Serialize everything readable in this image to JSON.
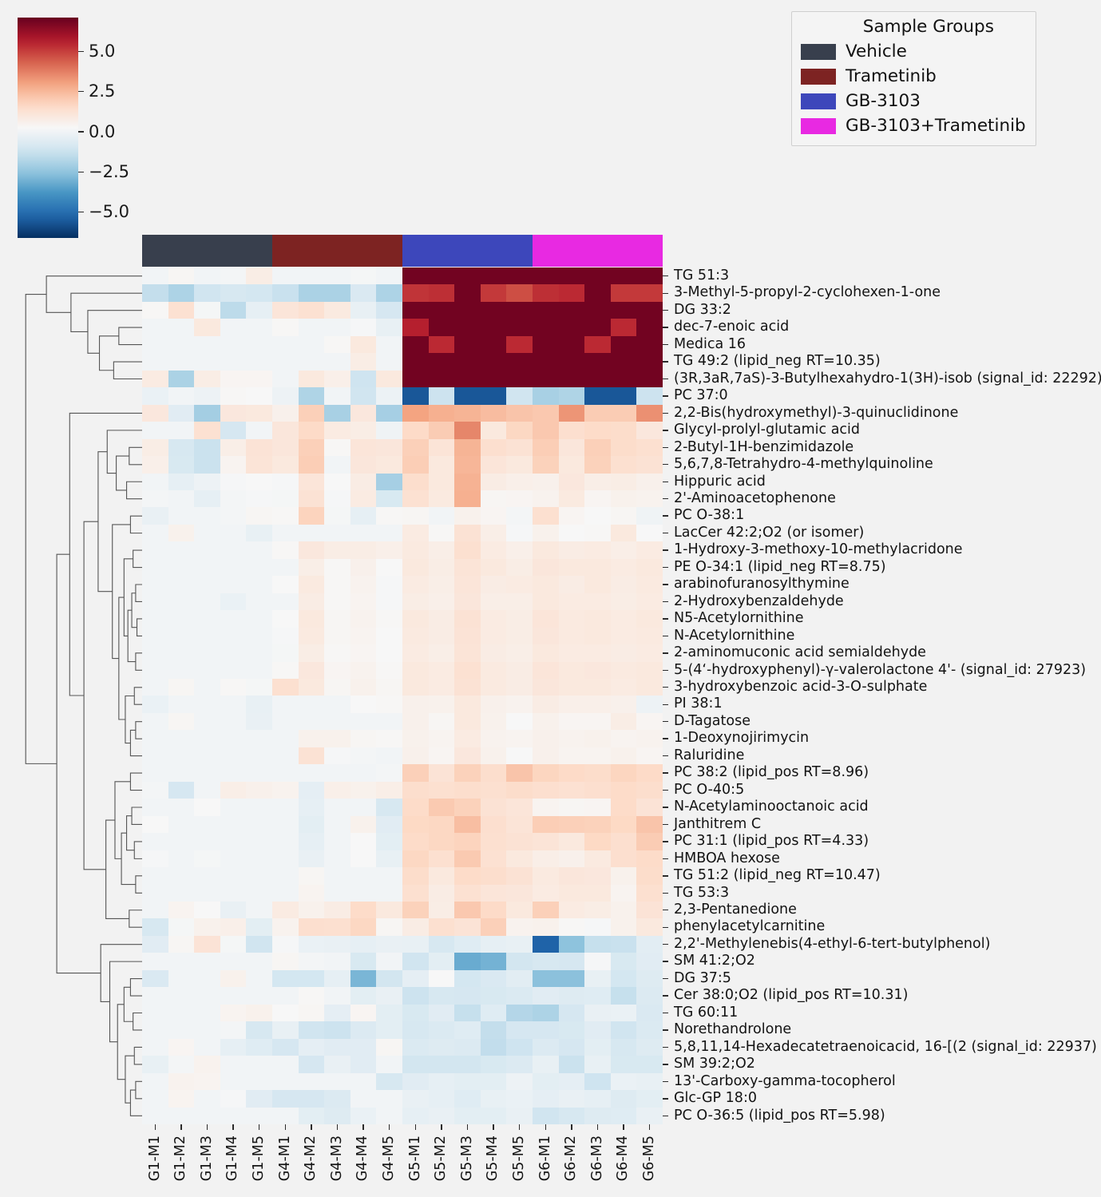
{
  "figure": {
    "background_color": "#f2f2f2",
    "type": "clustered-heatmap"
  },
  "colorbar": {
    "name": "value-colorbar",
    "ticks": [
      "5.0",
      "2.5",
      "0.0",
      "−2.5",
      "−5.0"
    ],
    "tick_values": [
      5.0,
      2.5,
      0.0,
      -2.5,
      -5.0
    ],
    "vmin": -6.6,
    "vmax": 7.1,
    "colormap": "RdBu_r",
    "low_color": "#3a6fb8",
    "mid_color": "#f7f5f4",
    "high_color": "#8e3434"
  },
  "legend": {
    "title": "Sample Groups",
    "items": [
      {
        "label": "Vehicle",
        "color": "#383f4d"
      },
      {
        "label": "Trametinib",
        "color": "#7d2322"
      },
      {
        "label": "GB-3103",
        "color": "#3d47bb"
      },
      {
        "label": "GB-3103+Trametinib",
        "color": "#e829e2"
      }
    ]
  },
  "group_bar": [
    {
      "label": "Vehicle",
      "color": "#383f4d",
      "columns": 5
    },
    {
      "label": "Trametinib",
      "color": "#7d2322",
      "columns": 5
    },
    {
      "label": "GB-3103",
      "color": "#3d47bb",
      "columns": 5
    },
    {
      "label": "GB-3103+Trametinib",
      "color": "#e829e2",
      "columns": 5
    }
  ],
  "chart_data": {
    "type": "heatmap",
    "title": "",
    "xlabel": "",
    "ylabel": "",
    "colormap": "RdBu_r",
    "zlim": [
      -6.6,
      7.1
    ],
    "grid": false,
    "legend_position": "top-right",
    "columns": [
      "G1-M1",
      "G1-M2",
      "G1-M3",
      "G1-M4",
      "G1-M5",
      "G4-M1",
      "G4-M2",
      "G4-M3",
      "G4-M4",
      "G4-M5",
      "G5-M1",
      "G5-M2",
      "G5-M3",
      "G5-M4",
      "G5-M5",
      "G6-M1",
      "G6-M2",
      "G6-M3",
      "G6-M4",
      "G6-M5"
    ],
    "rows": [
      "TG 51:3",
      "3-Methyl-5-propyl-2-cyclohexen-1-one",
      "DG 33:2",
      "dec-7-enoic acid",
      "Medica 16",
      "TG 49:2 (lipid_neg RT=10.35)",
      "(3R,3aR,7aS)-3-Butylhexahydro-1(3H)-isob (signal_id: 22292)",
      "PC 37:0",
      "2,2-Bis(hydroxymethyl)-3-quinuclidinone",
      "Glycyl-prolyl-glutamic acid",
      "2-Butyl-1H-benzimidazole",
      "5,6,7,8-Tetrahydro-4-methylquinoline",
      "Hippuric acid",
      "2'-Aminoacetophenone",
      "PC O-38:1",
      "LacCer 42:2;O2 (or isomer)",
      "1-Hydroxy-3-methoxy-10-methylacridone",
      "PE O-34:1 (lipid_neg RT=8.75)",
      "arabinofuranosylthymine",
      "2-Hydroxybenzaldehyde",
      "N5-Acetylornithine",
      "N-Acetylornithine",
      "2-aminomuconic acid semialdehyde",
      "5-(4‘-hydroxyphenyl)-γ-valerolactone 4'- (signal_id: 27923)",
      "3-hydroxybenzoic acid-3-O-sulphate",
      "PI 38:1",
      "D-Tagatose",
      "1-Deoxynojirimycin",
      "Raluridine",
      "PC 38:2 (lipid_pos RT=8.96)",
      "PC O-40:5",
      "N-Acetylaminooctanoic acid",
      "Janthitrem C",
      "PC 31:1 (lipid_pos RT=4.33)",
      "HMBOA hexose",
      "TG 51:2 (lipid_neg RT=10.47)",
      "TG 53:3",
      "2,3-Pentanedione",
      "phenylacetylcarnitine",
      "2,2'-Methylenebis(4-ethyl-6-tert-butylphenol)",
      "SM 41:2;O2",
      "DG 37:5",
      "Cer 38:0;O2 (lipid_pos RT=10.31)",
      "TG 60:11",
      "Norethandrolone",
      "5,8,11,14-Hexadecatetraenoicacid, 16-[(2 (signal_id: 22937)",
      "SM 39:2;O2",
      "13'-Carboxy-gamma-tocopherol",
      "Glc-GP 18:0",
      "PC O-36:5 (lipid_pos RT=5.98)"
    ],
    "values": [
      [
        0.05,
        0.35,
        0.05,
        0.1,
        0.75,
        0.05,
        0.05,
        0.05,
        0.15,
        0.05,
        6.9,
        6.9,
        6.9,
        6.9,
        6.9,
        6.9,
        6.9,
        6.9,
        6.9,
        6.9
      ],
      [
        -1.4,
        -1.9,
        -1.1,
        -0.9,
        -1.0,
        -1.3,
        -1.95,
        -1.95,
        -0.8,
        -1.9,
        5.2,
        5.3,
        6.9,
        5.1,
        4.7,
        5.3,
        5.4,
        6.9,
        5.1,
        5.1
      ],
      [
        0.3,
        1.3,
        0.15,
        -1.55,
        -0.35,
        1.1,
        1.3,
        0.9,
        -0.3,
        -0.95,
        6.9,
        6.9,
        6.9,
        6.9,
        6.9,
        6.9,
        6.9,
        6.9,
        6.9,
        6.9
      ],
      [
        0.05,
        0.05,
        0.95,
        0.05,
        0.05,
        0.3,
        0.05,
        0.05,
        0.2,
        -0.3,
        5.6,
        6.9,
        6.9,
        6.9,
        6.9,
        6.9,
        6.9,
        6.9,
        5.4,
        6.9
      ],
      [
        0.05,
        0.05,
        0.05,
        0.05,
        0.05,
        0.05,
        0.05,
        0.3,
        0.95,
        0.05,
        6.9,
        5.4,
        6.9,
        6.9,
        5.4,
        6.9,
        6.9,
        5.4,
        6.9,
        6.9
      ],
      [
        0.05,
        0.05,
        0.05,
        0.05,
        0.05,
        0.05,
        0.05,
        0.05,
        0.75,
        0.05,
        6.9,
        6.9,
        6.9,
        6.9,
        6.9,
        6.9,
        6.9,
        6.9,
        6.9,
        6.9
      ],
      [
        0.85,
        -1.95,
        0.75,
        0.4,
        0.4,
        0.05,
        0.95,
        0.65,
        -1.15,
        0.95,
        6.9,
        6.9,
        6.9,
        6.9,
        6.9,
        6.9,
        6.9,
        6.9,
        6.9,
        6.9
      ],
      [
        -0.2,
        0.05,
        -0.1,
        0.3,
        0.25,
        -0.1,
        -1.85,
        0.05,
        -1.1,
        -0.15,
        -5.6,
        -1.2,
        -5.6,
        -5.6,
        -1.1,
        -2.0,
        -1.85,
        -5.6,
        -5.6,
        -1.2
      ],
      [
        1.0,
        -0.55,
        -2.1,
        1.0,
        0.95,
        0.6,
        1.9,
        -2.0,
        1.0,
        -2.05,
        3.0,
        2.7,
        2.6,
        2.4,
        2.2,
        2.1,
        3.3,
        2.0,
        2.0,
        3.4
      ],
      [
        0.05,
        0.05,
        1.3,
        -0.95,
        0.05,
        1.05,
        1.6,
        0.85,
        0.75,
        -0.05,
        1.6,
        2.0,
        3.6,
        0.95,
        1.7,
        2.1,
        1.4,
        1.55,
        1.5,
        1.0
      ],
      [
        0.75,
        -0.9,
        -1.25,
        0.7,
        1.2,
        1.05,
        1.9,
        0.3,
        1.1,
        1.05,
        1.9,
        1.15,
        2.6,
        1.4,
        1.25,
        1.95,
        1.05,
        1.9,
        1.5,
        1.35
      ],
      [
        0.65,
        -0.85,
        -1.25,
        0.45,
        1.15,
        0.95,
        1.95,
        0.05,
        1.05,
        0.95,
        1.95,
        0.95,
        2.55,
        1.1,
        0.95,
        1.85,
        0.95,
        1.85,
        1.35,
        1.25
      ],
      [
        0.05,
        -0.35,
        -0.1,
        0.2,
        0.25,
        0.2,
        1.1,
        0.25,
        0.8,
        -2.05,
        1.45,
        0.95,
        2.65,
        0.8,
        0.65,
        0.6,
        1.0,
        0.7,
        0.75,
        0.6
      ],
      [
        0.1,
        0.05,
        -0.35,
        0.1,
        0.2,
        0.15,
        1.25,
        0.2,
        0.85,
        -0.85,
        1.3,
        0.9,
        2.7,
        0.35,
        0.4,
        0.5,
        0.9,
        0.4,
        0.55,
        0.5
      ],
      [
        -0.25,
        0.05,
        0.05,
        0.1,
        0.35,
        0.3,
        1.8,
        0.15,
        -0.35,
        0.3,
        0.35,
        0.05,
        0.55,
        0.4,
        0.1,
        1.35,
        0.4,
        0.25,
        0.35,
        -0.05
      ],
      [
        0.05,
        0.55,
        0.05,
        0.05,
        -0.3,
        0.05,
        0.05,
        0.05,
        0.05,
        0.05,
        0.85,
        0.3,
        1.25,
        0.7,
        0.2,
        0.55,
        0.25,
        0.3,
        0.95,
        0.25
      ],
      [
        0.05,
        0.05,
        0.05,
        0.05,
        0.05,
        0.3,
        1.0,
        0.75,
        0.75,
        0.65,
        0.9,
        0.7,
        1.35,
        0.85,
        0.65,
        0.95,
        0.8,
        0.85,
        0.7,
        0.85
      ],
      [
        0.05,
        0.05,
        0.05,
        0.05,
        0.05,
        0.05,
        0.7,
        0.3,
        0.6,
        0.25,
        0.95,
        0.75,
        1.15,
        0.95,
        0.75,
        1.05,
        0.95,
        0.95,
        0.85,
        0.95
      ],
      [
        0.05,
        0.05,
        0.05,
        0.05,
        0.05,
        0.25,
        0.9,
        0.3,
        0.5,
        0.2,
        0.85,
        0.7,
        1.1,
        0.8,
        0.85,
        0.95,
        0.8,
        0.95,
        0.8,
        0.9
      ],
      [
        0.05,
        0.05,
        0.05,
        -0.2,
        0.05,
        0.05,
        0.8,
        0.3,
        0.45,
        0.2,
        0.75,
        0.65,
        1.05,
        0.7,
        0.7,
        0.95,
        0.85,
        0.85,
        0.75,
        0.85
      ],
      [
        0.05,
        0.05,
        0.05,
        0.05,
        0.05,
        0.25,
        0.95,
        0.35,
        0.5,
        0.3,
        0.95,
        0.8,
        1.25,
        0.85,
        0.75,
        1.1,
        0.9,
        0.95,
        0.85,
        0.95
      ],
      [
        0.05,
        0.05,
        0.05,
        0.05,
        0.05,
        0.2,
        0.9,
        0.35,
        0.45,
        0.25,
        0.9,
        0.8,
        1.2,
        0.85,
        0.75,
        1.05,
        0.9,
        0.95,
        0.85,
        0.9
      ],
      [
        0.05,
        0.05,
        0.05,
        0.05,
        0.05,
        0.15,
        0.75,
        0.3,
        0.4,
        0.25,
        0.85,
        0.7,
        1.15,
        0.8,
        0.7,
        0.95,
        0.85,
        0.85,
        0.8,
        0.85
      ],
      [
        0.05,
        0.05,
        0.05,
        0.05,
        0.05,
        0.3,
        1.0,
        0.4,
        0.5,
        0.3,
        0.95,
        0.85,
        1.3,
        0.9,
        0.8,
        1.1,
        0.95,
        1.0,
        0.9,
        0.95
      ],
      [
        0.05,
        0.35,
        0.05,
        0.3,
        0.15,
        1.35,
        0.95,
        0.35,
        0.55,
        0.35,
        0.95,
        0.85,
        1.25,
        0.9,
        0.8,
        1.05,
        0.95,
        0.95,
        0.85,
        0.95
      ],
      [
        -0.2,
        0.05,
        0.05,
        0.05,
        -0.3,
        0.05,
        0.05,
        0.05,
        0.25,
        0.3,
        0.6,
        0.55,
        0.95,
        0.6,
        0.5,
        0.8,
        0.65,
        0.65,
        0.6,
        -0.1
      ],
      [
        0.05,
        0.35,
        0.05,
        0.05,
        -0.25,
        0.05,
        0.05,
        0.05,
        0.05,
        0.05,
        0.6,
        0.35,
        0.95,
        0.55,
        0.25,
        0.55,
        0.4,
        0.4,
        0.75,
        0.4
      ],
      [
        0.05,
        0.05,
        0.05,
        0.05,
        0.05,
        0.05,
        0.55,
        0.55,
        0.35,
        0.3,
        0.55,
        0.45,
        0.85,
        0.5,
        0.45,
        0.6,
        0.5,
        0.55,
        0.45,
        0.5
      ],
      [
        0.05,
        0.05,
        0.05,
        0.05,
        0.05,
        0.05,
        1.25,
        0.2,
        0.1,
        0.05,
        0.6,
        0.4,
        1.0,
        0.55,
        0.25,
        0.6,
        0.45,
        0.45,
        0.55,
        0.4
      ],
      [
        0.05,
        0.05,
        0.05,
        0.05,
        0.05,
        0.05,
        0.05,
        0.05,
        0.05,
        0.1,
        1.9,
        1.2,
        1.85,
        1.45,
        2.2,
        1.75,
        1.6,
        1.5,
        1.75,
        1.6
      ],
      [
        0.1,
        -0.95,
        0.05,
        0.7,
        0.6,
        0.5,
        -0.4,
        0.65,
        0.55,
        0.7,
        1.45,
        1.35,
        1.45,
        1.35,
        1.5,
        1.4,
        1.3,
        1.4,
        1.55,
        1.45
      ],
      [
        0.05,
        0.05,
        0.25,
        0.05,
        0.05,
        0.05,
        -0.35,
        0.05,
        0.05,
        -0.9,
        1.55,
        2.05,
        1.85,
        1.25,
        1.1,
        0.45,
        0.35,
        0.4,
        1.55,
        1.2
      ],
      [
        0.25,
        0.05,
        0.05,
        0.05,
        0.05,
        0.05,
        -0.45,
        0.05,
        0.55,
        -0.55,
        1.65,
        1.7,
        2.35,
        1.4,
        1.15,
        1.95,
        1.9,
        1.85,
        1.65,
        2.2
      ],
      [
        0.05,
        0.05,
        0.05,
        0.05,
        0.05,
        0.05,
        -0.35,
        0.05,
        0.25,
        -0.45,
        1.55,
        1.7,
        1.8,
        1.35,
        1.25,
        1.15,
        0.95,
        1.65,
        1.4,
        2.0
      ],
      [
        0.2,
        0.05,
        0.15,
        0.05,
        0.05,
        0.05,
        -0.25,
        0.05,
        0.25,
        -0.3,
        1.7,
        1.35,
        2.05,
        1.3,
        0.95,
        0.7,
        0.6,
        0.9,
        1.4,
        1.55
      ],
      [
        0.05,
        0.05,
        0.05,
        0.05,
        0.05,
        0.05,
        0.35,
        0.05,
        0.05,
        0.05,
        1.5,
        0.95,
        1.55,
        1.45,
        1.25,
        0.9,
        1.05,
        1.0,
        0.55,
        1.5
      ],
      [
        0.05,
        0.05,
        0.05,
        0.05,
        0.05,
        0.05,
        0.45,
        0.05,
        0.05,
        0.05,
        1.35,
        0.8,
        1.3,
        1.1,
        1.05,
        0.85,
        0.95,
        0.95,
        0.45,
        1.35
      ],
      [
        0.05,
        0.45,
        0.25,
        -0.25,
        0.05,
        0.85,
        0.55,
        0.8,
        1.55,
        0.95,
        1.85,
        0.75,
        2.1,
        1.6,
        0.95,
        1.9,
        0.85,
        0.75,
        0.55,
        1.2
      ],
      [
        -0.9,
        0.15,
        0.55,
        0.65,
        -0.45,
        0.5,
        1.4,
        1.35,
        1.7,
        0.35,
        0.8,
        1.35,
        1.2,
        1.9,
        0.5,
        0.55,
        0.3,
        0.2,
        0.55,
        0.95
      ],
      [
        -0.55,
        0.35,
        1.2,
        0.15,
        -1.1,
        0.2,
        -0.2,
        -0.25,
        -0.35,
        -0.25,
        -0.3,
        -0.9,
        -0.6,
        -0.35,
        -0.3,
        -5.3,
        -2.55,
        -1.35,
        -1.3,
        -0.5
      ],
      [
        0.05,
        0.05,
        0.05,
        0.05,
        0.05,
        0.35,
        0.1,
        0.05,
        -0.85,
        0.05,
        -1.1,
        -0.45,
        -3.2,
        -3.0,
        -1.05,
        -0.9,
        -0.95,
        0.2,
        -0.85,
        -0.55
      ],
      [
        -0.8,
        0.05,
        0.05,
        0.55,
        0.05,
        -1.0,
        -1.0,
        -0.35,
        -2.9,
        -1.05,
        -0.4,
        0.25,
        -1.0,
        -0.8,
        -0.5,
        -2.6,
        -2.6,
        -0.3,
        -1.0,
        -0.65
      ],
      [
        0.05,
        0.05,
        0.05,
        0.05,
        0.05,
        0.05,
        0.3,
        0.05,
        -0.45,
        -0.25,
        -1.2,
        -0.9,
        -0.95,
        -0.85,
        -0.75,
        -0.55,
        -0.65,
        -0.6,
        -1.35,
        -0.7
      ],
      [
        0.05,
        0.05,
        0.05,
        0.45,
        0.55,
        0.25,
        0.35,
        -0.4,
        0.4,
        -0.45,
        -0.85,
        -0.55,
        -1.35,
        -0.6,
        -1.75,
        -1.9,
        -0.95,
        -0.25,
        -0.2,
        -0.8
      ],
      [
        0.05,
        0.05,
        0.05,
        0.1,
        -0.9,
        -0.3,
        -1.1,
        -1.2,
        -0.7,
        -0.45,
        -0.9,
        -0.75,
        -0.6,
        -1.4,
        -0.95,
        -0.95,
        -0.85,
        -0.55,
        -1.1,
        -0.75
      ],
      [
        0.05,
        0.4,
        0.05,
        -0.35,
        -0.6,
        -0.95,
        -0.4,
        -0.55,
        -0.55,
        0.35,
        -0.75,
        -0.65,
        -0.7,
        -1.45,
        -1.15,
        -0.7,
        -0.95,
        -0.45,
        -0.9,
        -0.65
      ],
      [
        -0.3,
        0.1,
        0.5,
        0.05,
        0.05,
        0.05,
        -0.95,
        -0.25,
        -0.55,
        0.05,
        -1.05,
        -1.05,
        -1.05,
        -0.85,
        -0.7,
        -0.3,
        -1.25,
        -0.3,
        -0.85,
        -0.85
      ],
      [
        0.05,
        0.5,
        0.45,
        0.05,
        0.05,
        0.05,
        0.05,
        0.05,
        0.05,
        -0.9,
        -0.55,
        -0.35,
        -0.45,
        -0.45,
        -0.1,
        -0.45,
        -0.4,
        -1.15,
        -0.2,
        -0.3
      ],
      [
        0.05,
        0.45,
        0.05,
        0.2,
        -0.55,
        -0.95,
        -0.95,
        -0.7,
        0.05,
        0.05,
        -0.25,
        -0.35,
        -0.6,
        -0.3,
        -0.2,
        -0.4,
        -0.25,
        -0.35,
        -0.65,
        -0.45
      ],
      [
        0.05,
        0.05,
        0.05,
        0.05,
        0.05,
        0.05,
        -0.45,
        -0.65,
        -0.2,
        0.05,
        -0.35,
        -0.25,
        -0.45,
        -0.45,
        -0.25,
        -1.1,
        -0.9,
        -0.65,
        -0.6,
        -0.25
      ]
    ]
  },
  "dendrogram": {
    "orientation": "left",
    "line_color": "#555555"
  }
}
